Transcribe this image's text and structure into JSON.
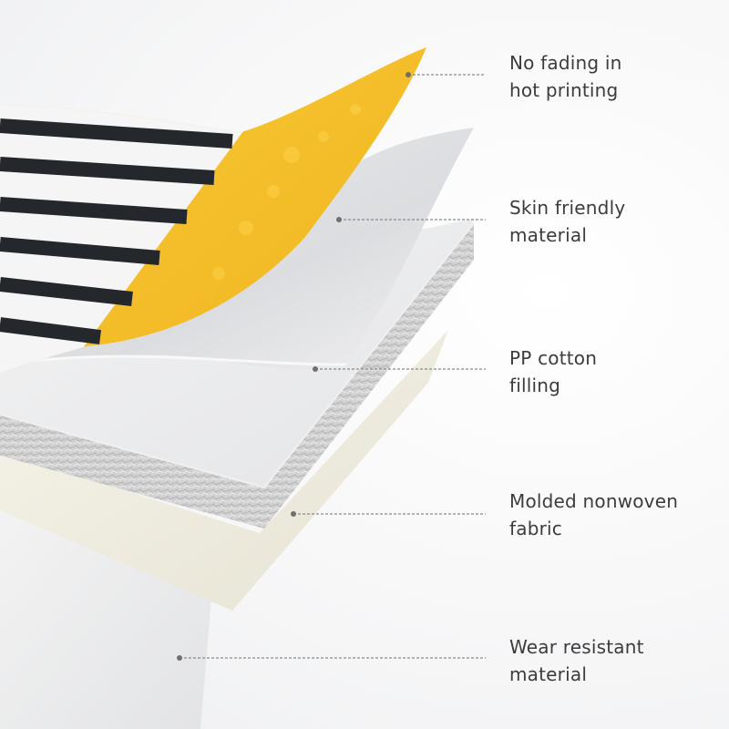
{
  "callouts": [
    {
      "line1": "No fading in",
      "line2": "hot printing"
    },
    {
      "line1": "Skin friendly",
      "line2": "material"
    },
    {
      "line1": "PP cotton",
      "line2": "filling"
    },
    {
      "line1": "Molded nonwoven",
      "line2": "fabric"
    },
    {
      "line1": "Wear resistant",
      "line2": "material"
    }
  ],
  "colors": {
    "print_yellow": "#f6c12e",
    "stripe_dark": "#24272c",
    "label_text": "#3c3c3c",
    "leader_line": "#8a8a8a"
  }
}
